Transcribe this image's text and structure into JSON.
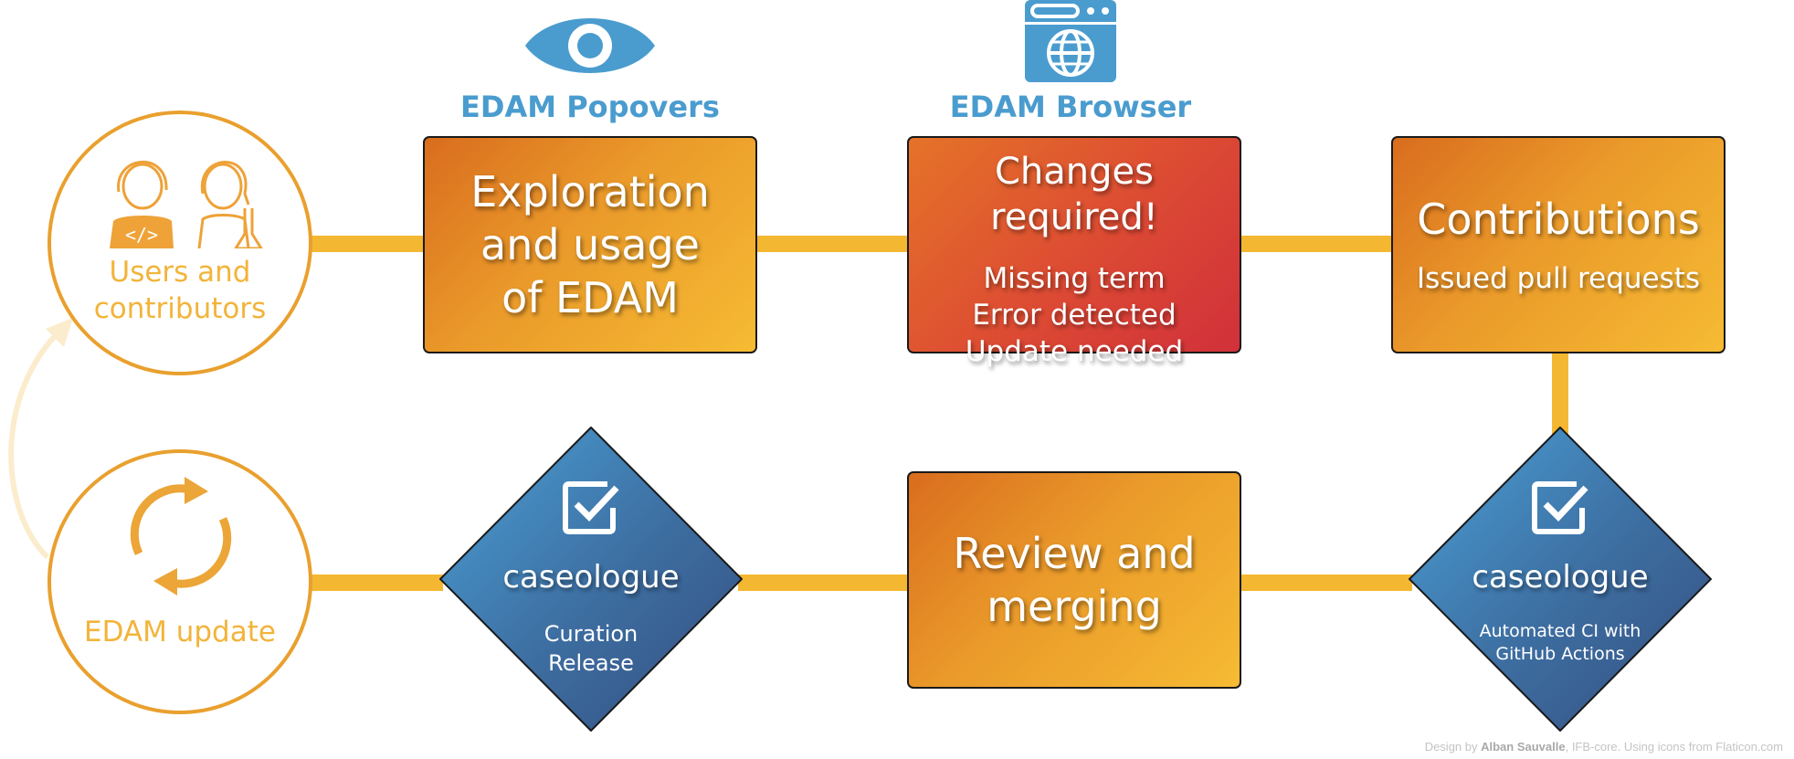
{
  "tools": {
    "popovers": {
      "label": "EDAM Popovers",
      "icon": "eye-icon"
    },
    "browser": {
      "label": "EDAM Browser",
      "icon": "browser-globe-icon"
    }
  },
  "nodes": {
    "users": {
      "label_line1": "Users and",
      "label_line2": "contributors",
      "icon": "users-icon"
    },
    "update": {
      "label": "EDAM update",
      "icon": "refresh-cycle-icon"
    },
    "exploration": {
      "line1": "Exploration",
      "line2": "and usage",
      "line3": "of EDAM"
    },
    "changes": {
      "title": "Changes required!",
      "items": [
        "Missing term",
        "Error detected",
        "Update needed"
      ]
    },
    "contributions": {
      "title": "Contributions",
      "subtitle": "Issued pull requests"
    },
    "review": {
      "line1": "Review and",
      "line2": "merging"
    },
    "caseologue_left": {
      "title": "caseologue",
      "line1": "Curation",
      "line2": "Release",
      "icon": "checkbox-icon"
    },
    "caseologue_right": {
      "title": "caseologue",
      "line1": "Automated CI with",
      "line2": "GitHub Actions",
      "icon": "checkbox-icon"
    }
  },
  "credit": {
    "prefix": "Design by ",
    "author": "Alban Sauvalle",
    "suffix": ", IFB-core. Using icons from Flaticon.com"
  },
  "colors": {
    "orange_dark": "#d96d1e",
    "orange_light": "#f6bb33",
    "red": "#d1303a",
    "blue_dark": "#365a8a",
    "blue_light": "#4a9ccf",
    "connector": "#f4b731"
  }
}
